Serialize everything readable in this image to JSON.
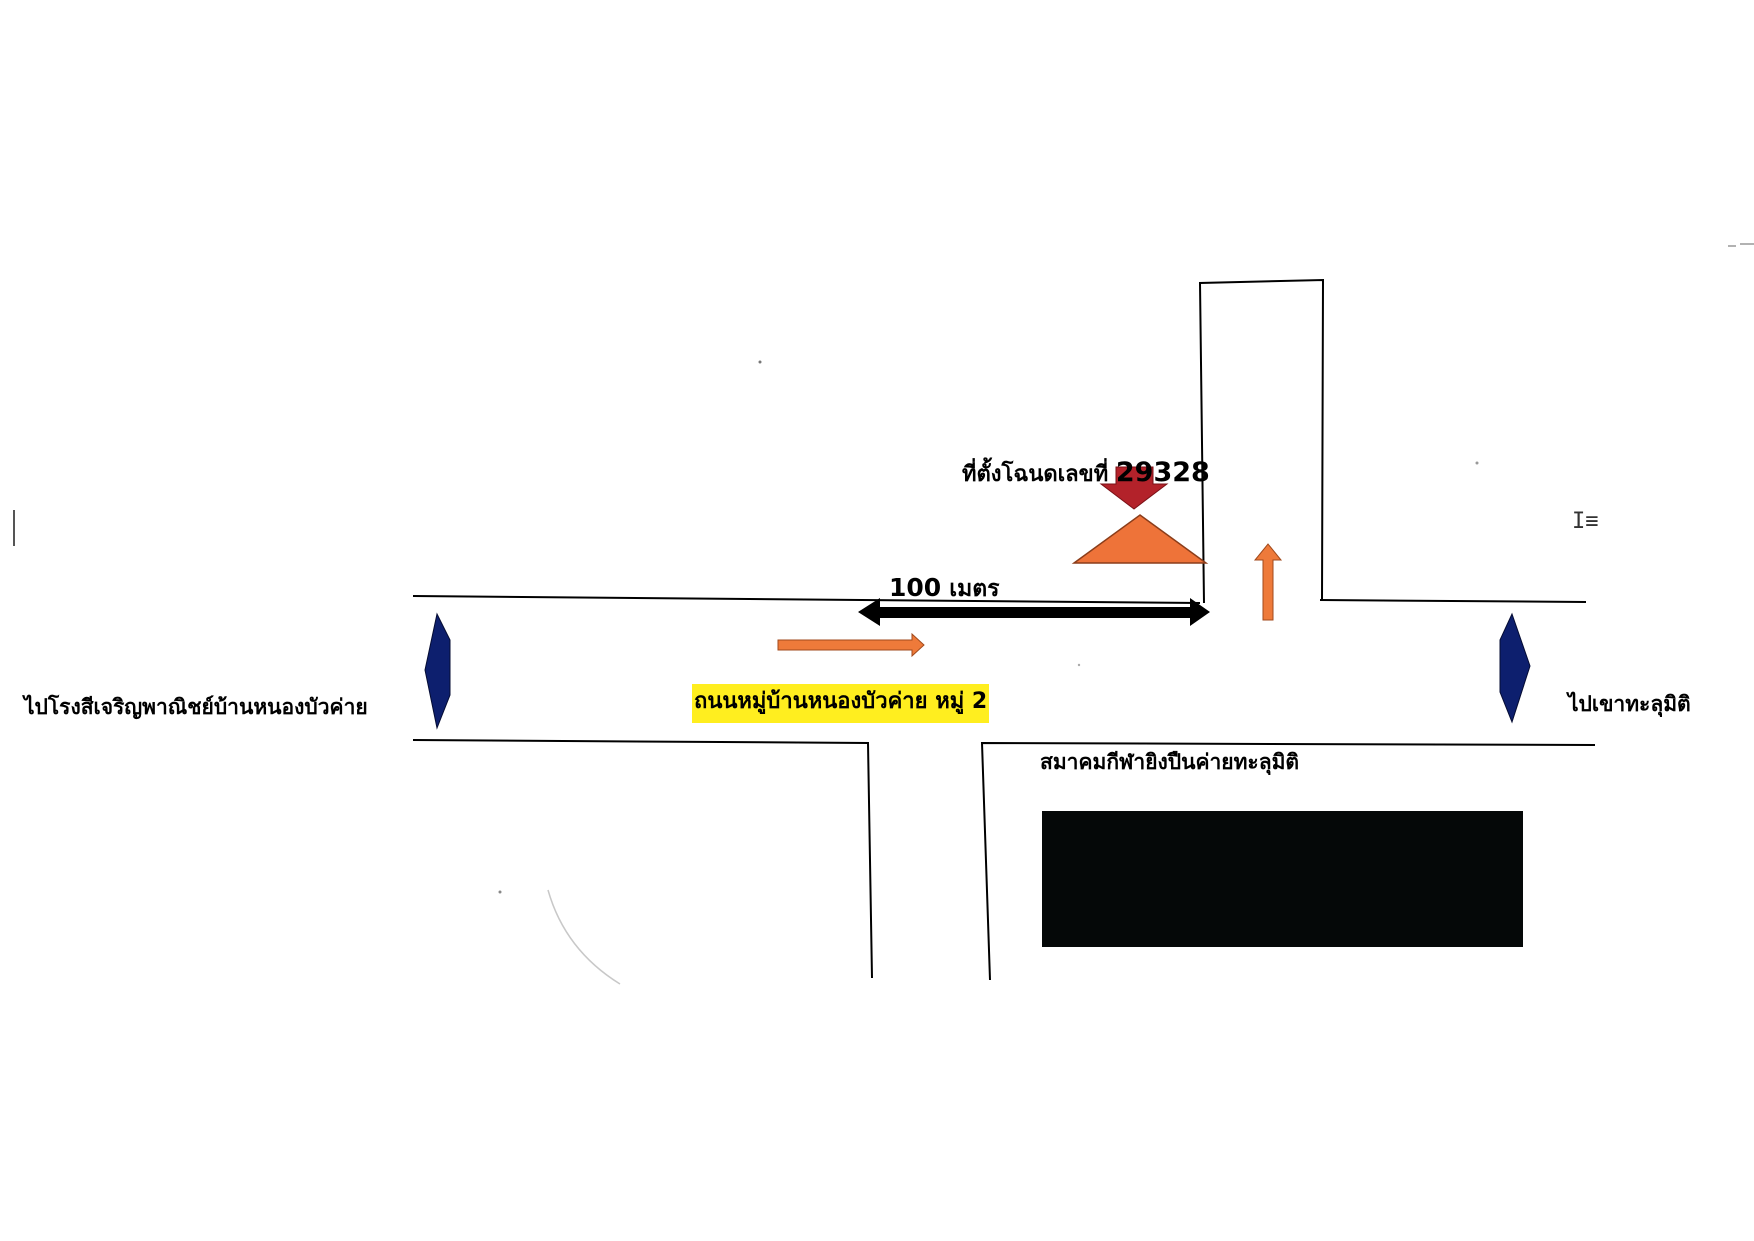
{
  "labels": {
    "deed_prefix": "ที่ตั้งโฉนดเลขที่",
    "deed_number": "29328",
    "distance_value": "100",
    "distance_unit": "เมตร",
    "road_name": "ถนนหมู่บ้านหนองบัวค่าย หมู่ 2",
    "to_left": "ไปโรงสีเจริญพาณิชย์บ้านหนองบัวค่าย",
    "to_right": "ไปเขาทะลุมิติ",
    "association": "สมาคมกีฬายิงปืนค่ายทะลุมิติ"
  },
  "colors": {
    "road_line": "#000000",
    "marker_triangle": "#ee7339",
    "marker_arrow": "#b3222a",
    "orange_arrow": "#ee7a3a",
    "direction_arrow": "#0d1f6e",
    "distance_arrow": "#000000",
    "road_label_bg": "#ffee1f",
    "building_block": "#050808"
  },
  "icons": {
    "left_direction": "navy-chevron-left-icon",
    "right_direction": "navy-chevron-right-icon",
    "deed_marker": "orange-triangle-marker-icon",
    "down_arrow": "red-down-arrow-icon",
    "cursor": "text-cursor-icon"
  }
}
